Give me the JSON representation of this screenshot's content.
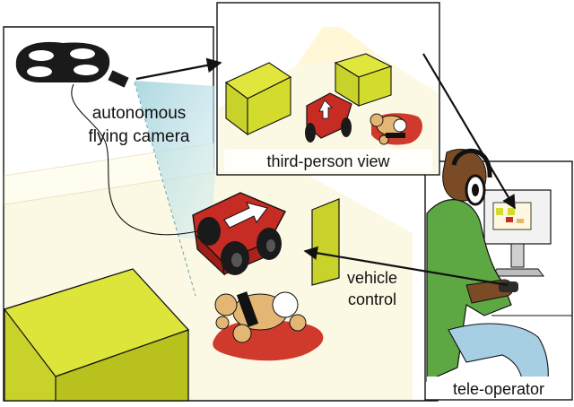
{
  "labels": {
    "camera_line1": "autonomous",
    "camera_line2": "flying camera",
    "third_person": "third-person view",
    "control_line1": "vehicle",
    "control_line2": "control",
    "operator": "tele-operator"
  },
  "colors": {
    "box_green": "#d3dc2c",
    "box_green_dark": "#b6bf1c",
    "robot_red": "#c62b24",
    "robot_red_dark": "#9b1e19",
    "floor": "#fbf8e4",
    "view_cone": "#b6dde6",
    "shirt": "#5ea844",
    "skin": "#7a4b24",
    "bear": "#e3b674",
    "blood": "#d03a2c"
  },
  "icons": [
    "drone-icon",
    "robot-icon",
    "teddy-bear-icon",
    "headphones-icon",
    "monitor-icon",
    "arrow-icon"
  ]
}
